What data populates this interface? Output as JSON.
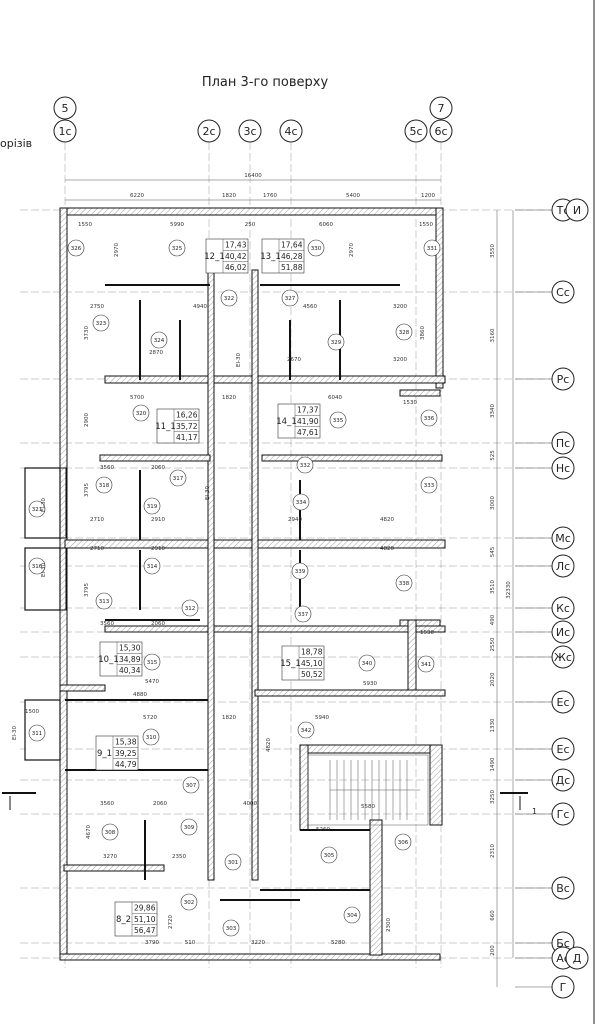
{
  "title": "План 3-го поверху",
  "side_note": "орізів",
  "top_axes": [
    "1с",
    "2с",
    "3с",
    "4с",
    "5с",
    "6с"
  ],
  "top_axes_upper": [
    "5",
    "7"
  ],
  "right_axes": [
    "Тс",
    "Сс",
    "Рс",
    "Пс",
    "Нс",
    "Мс",
    "Лс",
    "Кс",
    "Ис",
    "Жс",
    "Ес",
    "Ес",
    "Дс",
    "Гс",
    "Вс",
    "Бс",
    "Ас",
    "Г"
  ],
  "right_axes_extra": [
    "И",
    "Д"
  ],
  "top_overall_dim": "16400",
  "top_dims": [
    "6220",
    "1820",
    "1760",
    "5400",
    "1200"
  ],
  "right_dims": [
    "3550",
    "3160",
    "3340",
    "525",
    "3000",
    "545",
    "3510",
    "490",
    "2550",
    "2020",
    "1330",
    "1490",
    "3250",
    "2310",
    "660",
    "200"
  ],
  "right_overall_dim": "32330",
  "section_mark": "1",
  "rooms": [
    "326",
    "325",
    "330",
    "331",
    "323",
    "324",
    "322",
    "327",
    "329",
    "328",
    "320",
    "335",
    "336",
    "318",
    "317",
    "319",
    "332",
    "334",
    "333",
    "314",
    "313",
    "312",
    "339",
    "338",
    "337",
    "315",
    "340",
    "341",
    "310",
    "342",
    "311",
    "307",
    "308",
    "309",
    "301",
    "305",
    "306",
    "302",
    "303",
    "304",
    "321",
    "316"
  ],
  "apartments": [
    {
      "id": "12_1",
      "living": "17,43",
      "total": "40,42",
      "gross": "46,02"
    },
    {
      "id": "13_1",
      "living": "17,64",
      "total": "46,28",
      "gross": "51,88"
    },
    {
      "id": "11_1",
      "living": "16,26",
      "total": "35,72",
      "gross": "41,17"
    },
    {
      "id": "14_1",
      "living": "17,37",
      "total": "41,90",
      "gross": "47,61"
    },
    {
      "id": "10_1",
      "living": "15,30",
      "total": "34,89",
      "gross": "40,34"
    },
    {
      "id": "15_1",
      "living": "18,78",
      "total": "45,10",
      "gross": "50,52"
    },
    {
      "id": "9_1",
      "living": "15,38",
      "total": "39,25",
      "gross": "44,79"
    },
    {
      "id": "8_2",
      "living": "29,86",
      "total": "51,10",
      "gross": "56,47"
    }
  ],
  "interior_dims": [
    "1550",
    "5990",
    "250",
    "6060",
    "1550",
    "2970",
    "2970",
    "2750",
    "4940",
    "4560",
    "3200",
    "3730",
    "3860",
    "2870",
    "2670",
    "3200",
    "5700",
    "1820",
    "6040",
    "2900",
    "3560",
    "2060",
    "2710",
    "2910",
    "2940",
    "4820",
    "2710",
    "2910",
    "4820",
    "3795",
    "3795",
    "3560",
    "2060",
    "4880",
    "5470",
    "5930",
    "5720",
    "1820",
    "5940",
    "1500",
    "3560",
    "2060",
    "4000",
    "5580",
    "4820",
    "3270",
    "2350",
    "5260",
    "3790",
    "510",
    "3220",
    "5280",
    "4670",
    "2720",
    "2300",
    "1530",
    "1530",
    "EI-30",
    "EI-30",
    "EI-30",
    "EI-30",
    "EI-30"
  ]
}
